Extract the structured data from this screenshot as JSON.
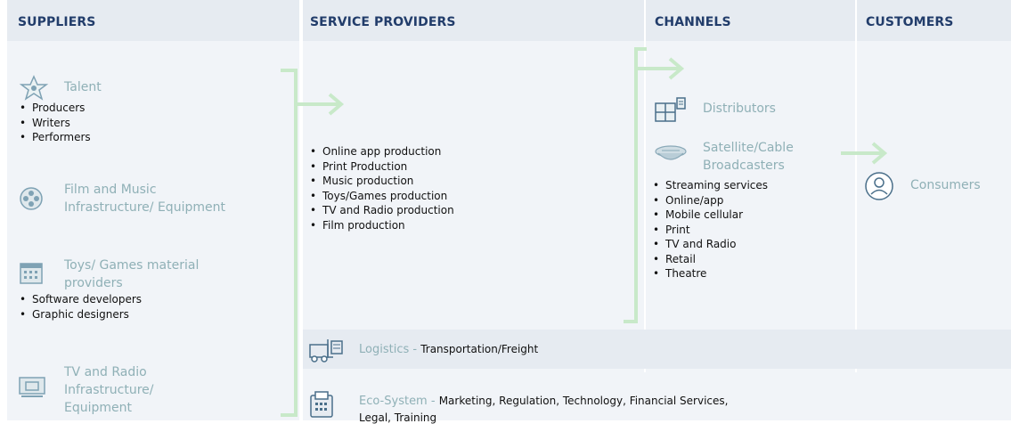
{
  "columns": {
    "suppliers": "SUPPLIERS",
    "service_providers": "SERVICE PROVIDERS",
    "channels": "CHANNELS",
    "customers": "CUSTOMERS"
  },
  "suppliers": {
    "talent": {
      "title": "Talent",
      "items": [
        "Producers",
        "Writers",
        "Performers"
      ]
    },
    "film_music": {
      "title_line1": "Film and Music",
      "title_line2": "Infrastructure/ Equipment"
    },
    "toys_games": {
      "title_line1": "Toys/ Games material",
      "title_line2": "providers",
      "items": [
        "Software developers",
        "Graphic designers"
      ]
    },
    "tv_radio": {
      "title_line1": "TV and Radio",
      "title_line2": "Infrastructure/",
      "title_line3": "Equipment"
    }
  },
  "service_providers": {
    "items": [
      "Online app production",
      "Print Production",
      "Music production",
      "Toys/Games production",
      "TV and Radio production",
      "Film production"
    ]
  },
  "channels": {
    "distributors": "Distributors",
    "satellite_line1": "Satellite/Cable",
    "satellite_line2": "Broadcasters",
    "items": [
      "Streaming services",
      "Online/app",
      "Mobile cellular",
      "Print",
      "TV and Radio",
      "Retail",
      "Theatre"
    ]
  },
  "customers": {
    "consumers": "Consumers"
  },
  "logistics": {
    "label": "Logistics -",
    "detail": "Transportation/Freight"
  },
  "ecosystem": {
    "label": "Eco-System -",
    "detail_line1": "Marketing, Regulation, Technology,  Financial Services,",
    "detail_line2": "Legal, Training"
  },
  "colors": {
    "heading": "#223d6b",
    "muted_label": "#8fb0b6",
    "connector": "#c8e9c9",
    "column_bg": "#f1f4f8",
    "header_bg": "#e6ebf1"
  }
}
